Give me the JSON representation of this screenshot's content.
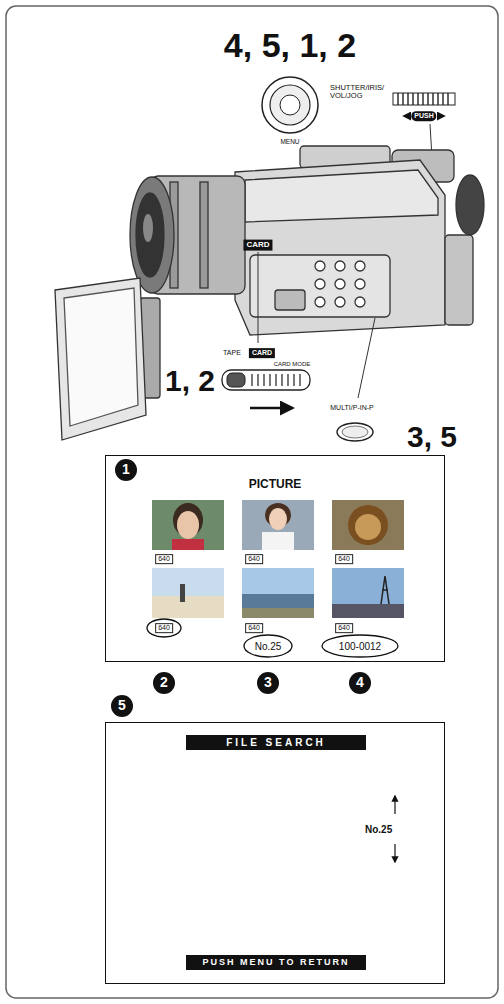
{
  "diagram": {
    "nodes": [
      {
        "text": [
          "PICTURE"
        ]
      },
      {
        "text": [
          "No.25"
        ]
      },
      {
        "text": [
          "FILE SEARCH"
        ],
        "in": 1
      },
      {
        "text": [
          "PUSH MENU TO RETURN"
        ],
        "in": 1
      }
    ],
    "labels": [
      "4, 5, 1, 2",
      "SHUTTER/IRIS/ VOL/JOG",
      "PUSH",
      "MENU",
      "CARD",
      "TAPE",
      "CARD",
      "CARD MODE",
      "1, 2",
      "MULTI/P-IN-P",
      "3, 5",
      "1",
      "640",
      "640",
      "640",
      "640",
      "640",
      "640",
      "2",
      "No.25",
      "100-0012",
      "3",
      "4",
      "5"
    ]
  }
}
